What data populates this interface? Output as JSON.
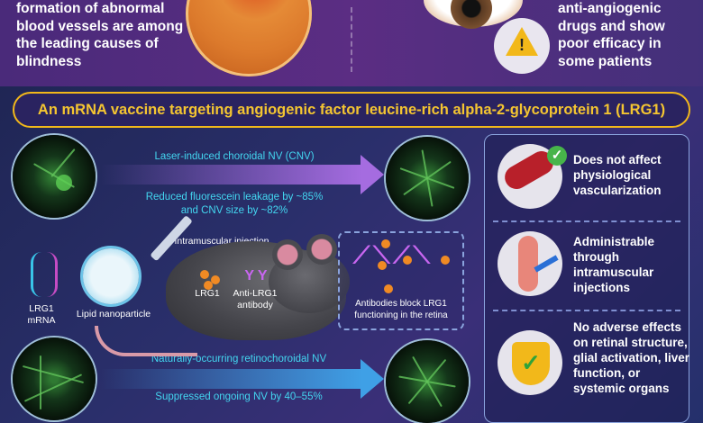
{
  "header": {
    "left_text": "formation of abnormal blood vessels are among the leading causes of blindness",
    "right_text": "anti-angiogenic drugs and show poor efficacy in some patients"
  },
  "banner": {
    "title": "An mRNA vaccine targeting angiogenic factor leucine-rich alpha-2-glycoprotein 1 (LRG1)"
  },
  "diagram": {
    "cnv_label": "Laser-induced choroidal NV (CNV)",
    "cnv_result_line1": "Reduced fluorescein leakage by ~85%",
    "cnv_result_line2": "and CNV size by ~82%",
    "injection_label": "Intramuscular injection",
    "lrg1_mrna_line1": "LRG1",
    "lrg1_mrna_line2": "mRNA",
    "lnp_label": "Lipid nanoparticle",
    "lrg1_label": "LRG1",
    "antibody_line1": "Anti-LRG1",
    "antibody_line2": "antibody",
    "block_line1": "Antibodies block LRG1",
    "block_line2": "functioning in the retina",
    "natural_label": "Naturally-occurring retinochoroidal NV",
    "natural_result": "Suppressed ongoing NV by 40–55%"
  },
  "benefits": [
    {
      "icon": "blood-vessel-icon",
      "text": "Does not affect physiological vascularization"
    },
    {
      "icon": "injection-arm-icon",
      "text": "Administrable through intramuscular injections"
    },
    {
      "icon": "shield-check-icon",
      "text": "No adverse effects on retinal structure, glial activation, liver function, or systemic organs"
    }
  ],
  "colors": {
    "accent_yellow": "#f2b81a",
    "cyan_text": "#43d6f0",
    "arrow_purple": "#a56ce0",
    "arrow_blue": "#3fa0e6"
  }
}
